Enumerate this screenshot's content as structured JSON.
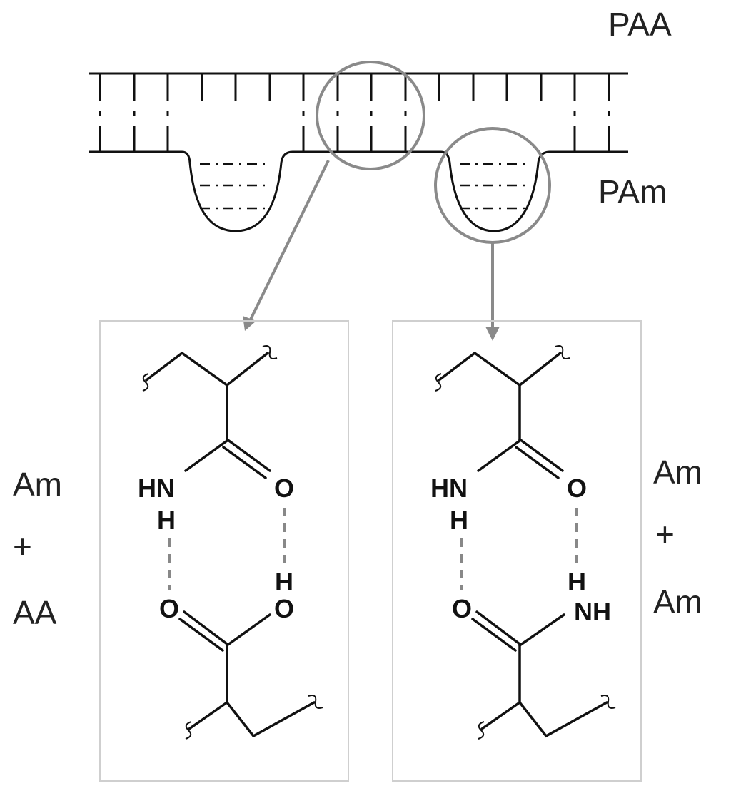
{
  "labels": {
    "paa": "PAA",
    "pam": "PAm",
    "left_top": "Am",
    "left_plus": "+",
    "left_bottom": "AA",
    "right_top": "Am",
    "right_plus": "+",
    "right_bottom": "Am"
  },
  "left_panel": {
    "hn": "HN",
    "o_carbonyl": "O",
    "h_amide": "H",
    "h_acid": "H",
    "o_acid_carbonyl": "O",
    "o_acid_hydroxyl": "O"
  },
  "right_panel": {
    "hn": "HN",
    "o_carbonyl": "O",
    "h_amide": "H",
    "h_lower": "H",
    "o_lower": "O",
    "nh_lower": "NH"
  },
  "colors": {
    "ink": "#111111",
    "highlight": "#8a8a8a",
    "panel_border": "#cfcfcf"
  }
}
